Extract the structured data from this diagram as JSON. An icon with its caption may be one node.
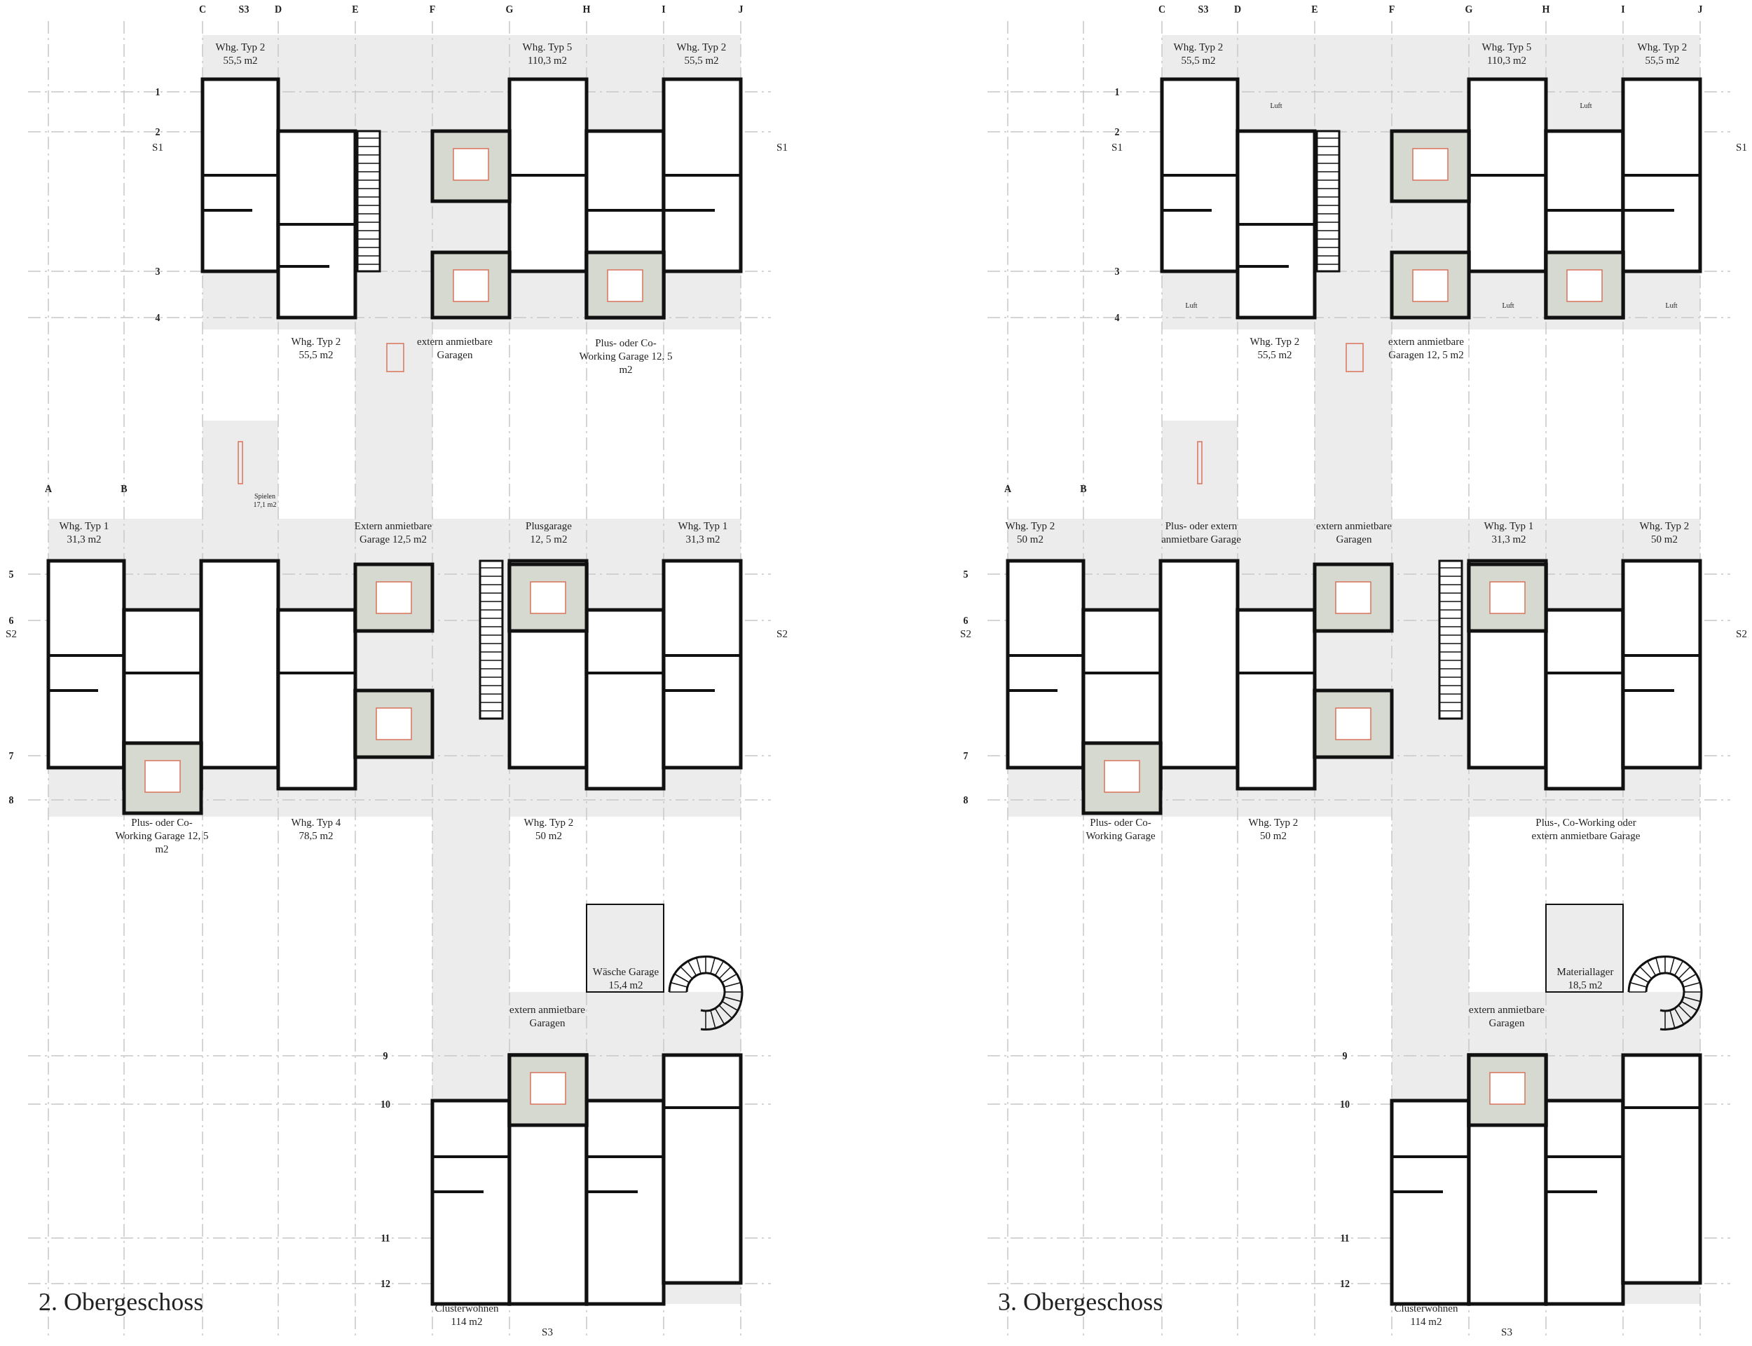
{
  "diagram": {
    "labels": [
      "C",
      "S3",
      "D",
      "E",
      "F",
      "G",
      "H",
      "I",
      "J",
      "Whg. Typ 2 55,5 m2",
      "Whg. Typ 5 110,3 m2",
      "Whg. Typ 2 55,5 m2",
      "1",
      "2",
      "S1",
      "S1",
      "3",
      "4",
      "Whg. Typ 2 55,5 m2",
      "extern anmietbare Garagen",
      "Plus- oder Co-Working Garage 12, 5 m2",
      "Spielen 17,1 m2",
      "A",
      "B",
      "Whg. Typ 1 31,3 m2",
      "Extern anmietbare Garage 12,5 m2",
      "Plusgarage 12, 5 m2",
      "Whg. Typ 1 31,3 m2",
      "5",
      "6",
      "S2",
      "S2",
      "7",
      "8",
      "Plus- oder Co-Working Garage 12, 5 m2",
      "Whg. Typ 4 78,5 m2",
      "Whg. Typ 2 50 m2",
      "Wäsche Garage 15,4 m2",
      "extern anmietbare Garagen",
      "9",
      "10",
      "11",
      "12",
      "Clusterwohnen 114 m2",
      "S3",
      "2. Obergeschoss",
      "C",
      "S3",
      "D",
      "E",
      "F",
      "G",
      "H",
      "I",
      "J",
      "Whg. Typ 2 55,5 m2",
      "Whg. Typ 5 110,3 m2",
      "Whg. Typ 2 55,5 m2",
      "1",
      "Luft",
      "Luft",
      "2",
      "S1",
      "S1",
      "3",
      "4",
      "Luft",
      "Luft",
      "Luft",
      "Whg. Typ 2 55,5 m2",
      "extern anmietbare Garagen 12, 5 m2",
      "A",
      "B",
      "Whg. Typ 2 50 m2",
      "Plus- oder extern anmietbare Garage",
      "extern anmietbare Garagen",
      "Whg. Typ 1 31,3 m2",
      "Whg. Typ 2 50 m2",
      "5",
      "6",
      "S2",
      "S2",
      "7",
      "8",
      "Plus- oder Co-Working Garage",
      "Whg. Typ 2 50 m2",
      "Plus-, Co-Working oder extern anmietbare Garage",
      "Materiallager 18,5 m2",
      "extern anmietbare Garagen",
      "9",
      "10",
      "11",
      "12",
      "Clusterwohnen 114 m2",
      "S3",
      "3. Obergeschoss"
    ]
  }
}
